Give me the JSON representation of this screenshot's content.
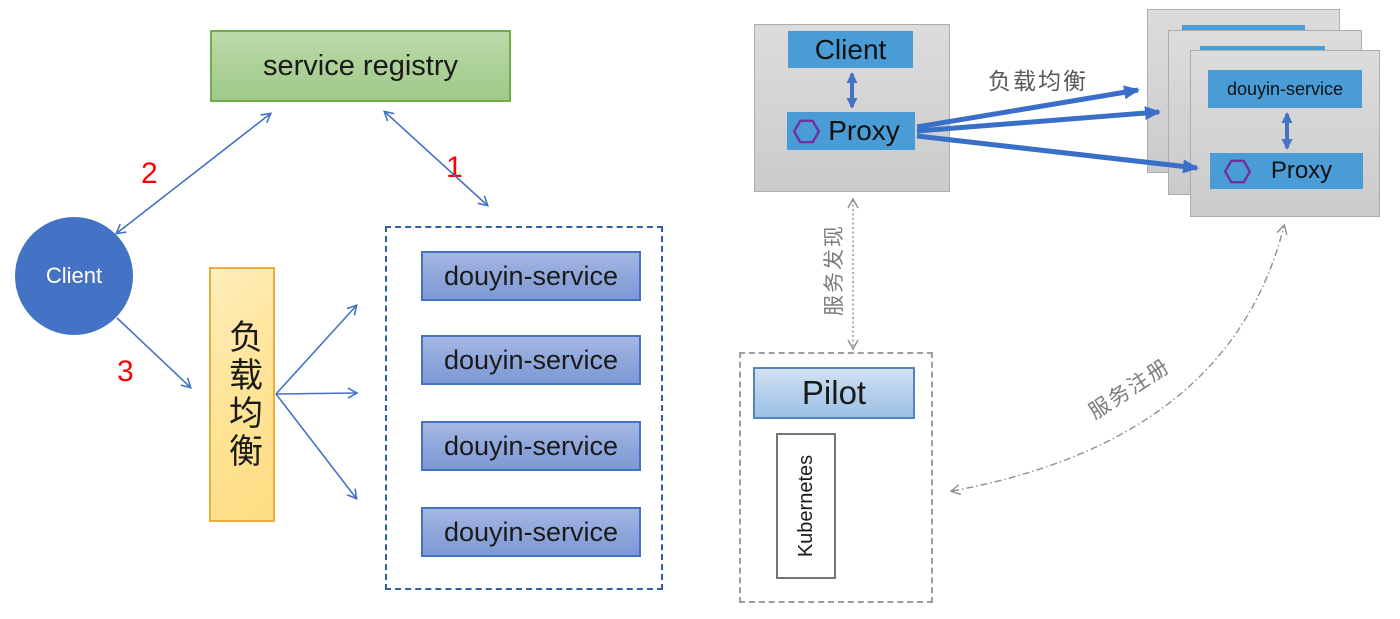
{
  "left_diagram": {
    "registry_label": "service registry",
    "client_label": "Client",
    "load_balancer_label": "负载均衡",
    "services": [
      "douyin-service",
      "douyin-service",
      "douyin-service",
      "douyin-service"
    ],
    "step_1": "1",
    "step_2": "2",
    "step_3": "3"
  },
  "right_diagram": {
    "client_group": {
      "client_label": "Client",
      "proxy_label": "Proxy"
    },
    "load_balance_caption": "负载均衡",
    "service_discovery_caption": "服务发现",
    "service_registration_caption": "服务注册",
    "service_stack": {
      "service_label": "douyin-service",
      "proxy_label": "Proxy"
    },
    "pilot_label": "Pilot",
    "kubernetes_label": "Kubernetes"
  },
  "icons": {
    "proxy_icon": "hexagon-outline-icon"
  },
  "colors": {
    "left_accent_blue": "#4472c4",
    "service_box_fill": "#8da5da",
    "registry_green_fill": "#a9d18e",
    "registry_green_border": "#70ad47",
    "load_balancer_yellow_fill": "#ffe59a",
    "load_balancer_yellow_border": "#e9ad3c",
    "dashed_cluster_border": "#2e5fa3",
    "step_number_red": "#ff0000",
    "right_chip_blue": "#4a9cd6",
    "thick_arrow_blue": "#3a6fc7",
    "gray_box_fill": "#d2d2d2",
    "pilot_fill": "#9cc3e6",
    "hexagon_purple": "#7030a0",
    "caption_gray": "#595959",
    "line_gray": "#8f8f8f"
  }
}
